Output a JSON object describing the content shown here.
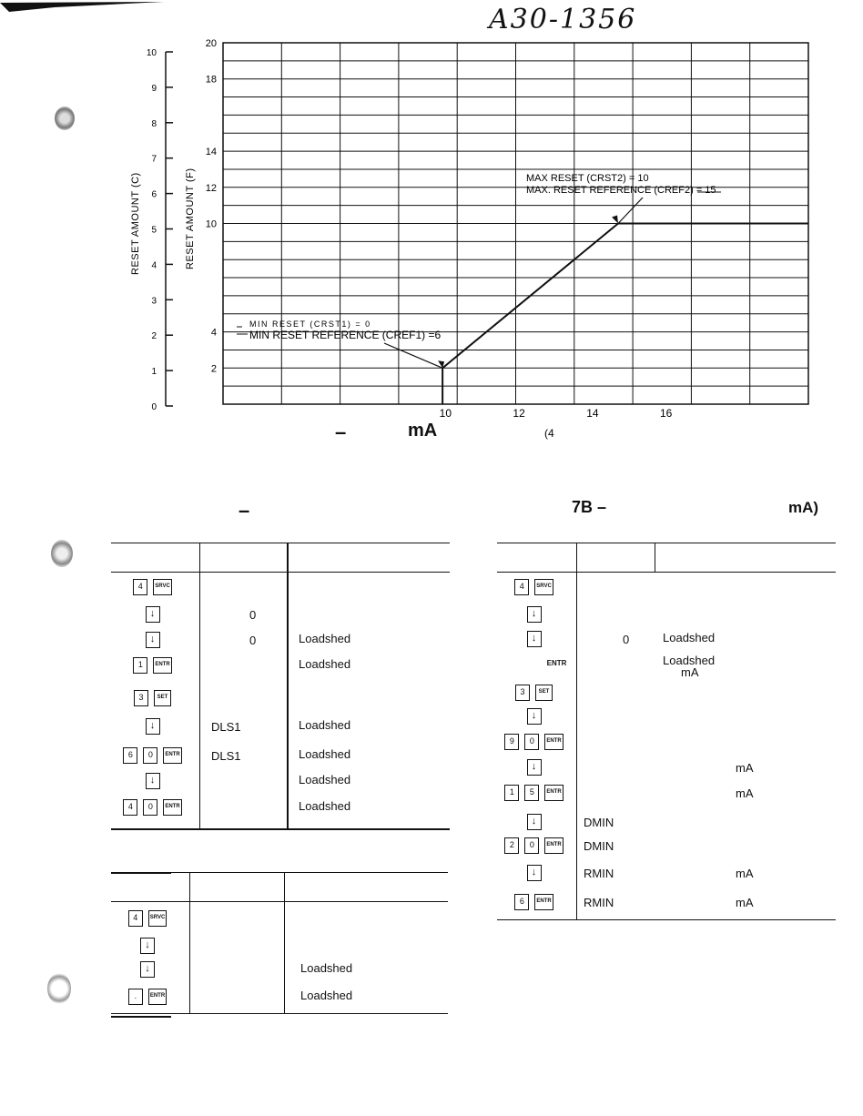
{
  "header": {
    "handwritten_id": "A30-1356"
  },
  "chart_data": {
    "type": "line",
    "xlabel": "",
    "x_tick_labels": [
      "10",
      "12",
      "14",
      "16"
    ],
    "x_note": "(4",
    "ylabel_left": "RESET AMOUNT (C)",
    "ylabel_right": "RESET AMOUNT (F)",
    "y_left_ticks": [
      "10",
      "9",
      "8",
      "7",
      "6",
      "5",
      "4",
      "3",
      "2",
      "1",
      "0"
    ],
    "y_right_ticks": [
      "20",
      "18",
      "14",
      "12",
      "10",
      "4",
      "2"
    ],
    "xlim": [
      4,
      20
    ],
    "ylim_f": [
      0,
      20
    ],
    "grid": true,
    "series": [
      {
        "x": [
          10,
          10,
          14.8,
          20
        ],
        "y": [
          0,
          2,
          10,
          10
        ]
      }
    ],
    "annotations": {
      "max1": "MAX RESET (CRST2) = 10",
      "max2": "MAX. RESET REFERENCE (CREF2) = 15",
      "min1": "MIN RESET (CRST1) = 0",
      "min2": "MIN RESET REFERENCE (CREF1) =6"
    },
    "caption_dash": "–",
    "caption_unit": "mA"
  },
  "table_a": {
    "title_dash": "–",
    "rows": [
      {
        "keys": [
          "4",
          "SRVC"
        ],
        "display": "",
        "comment": ""
      },
      {
        "keys": [
          "↓"
        ],
        "display": "0",
        "comment": ""
      },
      {
        "keys": [
          "↓"
        ],
        "display": "0",
        "comment": "Loadshed"
      },
      {
        "keys": [
          "1",
          "ENTR"
        ],
        "display": "",
        "comment": "Loadshed"
      },
      {
        "keys": [
          "3",
          "SET"
        ],
        "display": "",
        "comment": ""
      },
      {
        "keys": [
          "↓"
        ],
        "display": "DLS1",
        "comment": "Loadshed"
      },
      {
        "keys": [
          "6",
          "0",
          "ENTR"
        ],
        "display": "DLS1",
        "comment": "Loadshed"
      },
      {
        "keys": [
          "↓"
        ],
        "display": "",
        "comment": "Loadshed"
      },
      {
        "keys": [
          "4",
          "0",
          "ENTR"
        ],
        "display": "",
        "comment": "Loadshed"
      }
    ]
  },
  "table_b": {
    "rows": [
      {
        "keys": [
          "4",
          "SRVC"
        ],
        "display": "",
        "comment": ""
      },
      {
        "keys": [
          "↓"
        ],
        "display": "",
        "comment": ""
      },
      {
        "keys": [
          "↓"
        ],
        "display": "",
        "comment": "Loadshed"
      },
      {
        "keys": [
          ".",
          "ENTR"
        ],
        "display": "",
        "comment": "Loadshed"
      }
    ]
  },
  "table_c": {
    "title_prefix": "7B –",
    "title_suffix": "mA)",
    "rows": [
      {
        "keys": [
          "4",
          "SRVC"
        ],
        "display": "",
        "comment": "",
        "comment2": ""
      },
      {
        "keys": [
          "↓"
        ],
        "display": "",
        "comment": "",
        "comment2": ""
      },
      {
        "keys": [
          "↓"
        ],
        "display": "0",
        "comment": "Loadshed",
        "comment2": ""
      },
      {
        "keys": [],
        "plain_key": "ENTR",
        "display": "",
        "comment": "Loadshed",
        "comment2": "mA"
      },
      {
        "keys": [
          "3",
          "SET"
        ],
        "display": "",
        "comment": "",
        "comment2": ""
      },
      {
        "keys": [
          "↓"
        ],
        "display": "",
        "comment": "",
        "comment2": ""
      },
      {
        "keys": [
          "9",
          "0",
          "ENTR"
        ],
        "display": "",
        "comment": "",
        "comment2": ""
      },
      {
        "keys": [
          "↓"
        ],
        "display": "",
        "comment": "",
        "comment2": "mA"
      },
      {
        "keys": [
          "1",
          "5",
          "ENTR"
        ],
        "display": "",
        "comment": "",
        "comment2": "mA"
      },
      {
        "keys": [
          "↓"
        ],
        "display": "DMIN",
        "comment": "",
        "comment2": ""
      },
      {
        "keys": [
          "2",
          "0",
          "ENTR"
        ],
        "display": "DMIN",
        "comment": "",
        "comment2": ""
      },
      {
        "keys": [
          "↓"
        ],
        "display": "RMIN",
        "comment": "",
        "comment2": "mA"
      },
      {
        "keys": [
          "6",
          "ENTR"
        ],
        "display": "RMIN",
        "comment": "",
        "comment2": "mA"
      }
    ]
  }
}
